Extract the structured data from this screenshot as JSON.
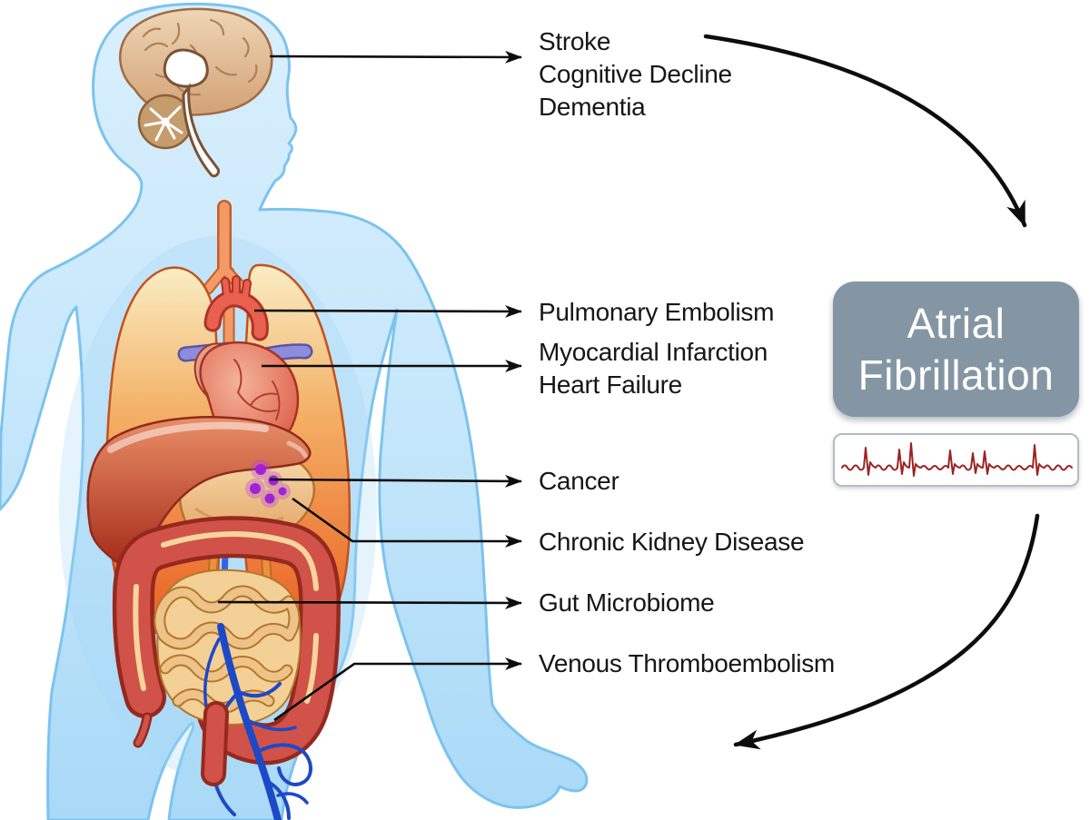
{
  "labels": {
    "brain": {
      "lines": [
        "Stroke",
        "Cognitive Decline",
        "Dementia"
      ]
    },
    "lungs": {
      "lines": [
        "Pulmonary Embolism"
      ]
    },
    "heart": {
      "lines": [
        "Myocardial Infarction",
        "Heart Failure"
      ]
    },
    "cancer": {
      "lines": [
        "Cancer"
      ]
    },
    "kidney": {
      "lines": [
        "Chronic Kidney Disease"
      ]
    },
    "gut": {
      "lines": [
        "Gut Microbiome"
      ]
    },
    "veins": {
      "lines": [
        "Venous Thromboembolism"
      ]
    }
  },
  "af_box": {
    "line1": "Atrial",
    "line2": "Fibrillation",
    "bg_color": "#8496a3",
    "text_color": "#ffffff"
  },
  "ecg": {
    "trace_color": "#9b2423"
  },
  "organs": [
    "brain",
    "trachea",
    "lungs",
    "heart",
    "liver",
    "stomach",
    "cancer-cells",
    "large-intestine",
    "small-intestine",
    "leg-veins"
  ],
  "colors": {
    "body_fill": "#cdeafc",
    "body_outline": "#7cc3ee",
    "arrow": "#0d0d0d"
  }
}
